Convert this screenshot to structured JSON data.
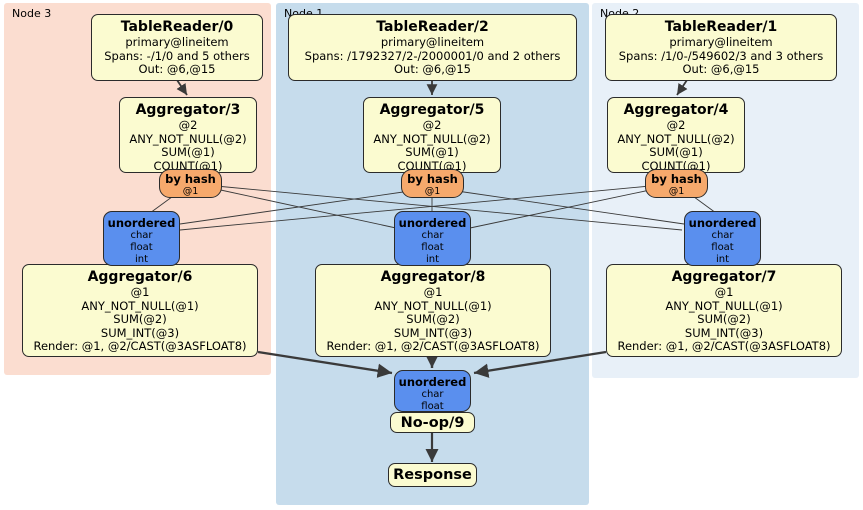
{
  "panels": [
    {
      "label": "Node 3",
      "color": "#fbddd0"
    },
    {
      "label": "Node 1",
      "color": "#c6dcec"
    },
    {
      "label": "Node 2",
      "color": "#e8f0f8"
    }
  ],
  "readers": {
    "node3": {
      "title": "TableReader/0",
      "table": "primary@lineitem",
      "spans": "Spans: -/1/0 and 5 others",
      "out": "Out: @6,@15"
    },
    "node1": {
      "title": "TableReader/2",
      "table": "primary@lineitem",
      "spans": "Spans: /1792327/2-/2000001/0 and 2 others",
      "out": "Out: @6,@15"
    },
    "node2": {
      "title": "TableReader/1",
      "table": "primary@lineitem",
      "spans": "Spans: /1/0-/549602/3 and 3 others",
      "out": "Out: @6,@15"
    }
  },
  "stage1_aggregators": {
    "node3": {
      "title": "Aggregator/3",
      "group": "@2",
      "agg1": "ANY_NOT_NULL(@2)",
      "agg2": "SUM(@1)",
      "agg3": "COUNT(@1)"
    },
    "node1": {
      "title": "Aggregator/5",
      "group": "@2",
      "agg1": "ANY_NOT_NULL(@2)",
      "agg2": "SUM(@1)",
      "agg3": "COUNT(@1)"
    },
    "node2": {
      "title": "Aggregator/4",
      "group": "@2",
      "agg1": "ANY_NOT_NULL(@2)",
      "agg2": "SUM(@1)",
      "agg3": "COUNT(@1)"
    }
  },
  "routers": {
    "node3": {
      "title": "by hash",
      "columns": "@1"
    },
    "node1": {
      "title": "by hash",
      "columns": "@1"
    },
    "node2": {
      "title": "by hash",
      "columns": "@1"
    }
  },
  "streams": {
    "node3": {
      "title": "unordered",
      "types": [
        "char",
        "float",
        "int"
      ]
    },
    "node1": {
      "title": "unordered",
      "types": [
        "char",
        "float",
        "int"
      ]
    },
    "node2": {
      "title": "unordered",
      "types": [
        "char",
        "float",
        "int"
      ]
    },
    "final": {
      "title": "unordered",
      "types": [
        "char",
        "float"
      ]
    }
  },
  "stage2_aggregators": {
    "node3": {
      "title": "Aggregator/6",
      "group": "@1",
      "agg1": "ANY_NOT_NULL(@1)",
      "agg2": "SUM(@2)",
      "agg3": "SUM_INT(@3)",
      "render": "Render: @1, @2/CAST(@3ASFLOAT8)"
    },
    "node1": {
      "title": "Aggregator/8",
      "group": "@1",
      "agg1": "ANY_NOT_NULL(@1)",
      "agg2": "SUM(@2)",
      "agg3": "SUM_INT(@3)",
      "render": "Render: @1, @2/CAST(@3ASFLOAT8)"
    },
    "node2": {
      "title": "Aggregator/7",
      "group": "@1",
      "agg1": "ANY_NOT_NULL(@1)",
      "agg2": "SUM(@2)",
      "agg3": "SUM_INT(@3)",
      "render": "Render: @1, @2/CAST(@3ASFLOAT8)"
    }
  },
  "noop": {
    "title": "No-op/9"
  },
  "response": {
    "title": "Response"
  },
  "colors": {
    "node3_panel": "#fbddd0",
    "node1_panel": "#c6dcec",
    "node2_panel": "#e8f0f8",
    "processor_box": "#fbfbd0",
    "router": "#f6a96c",
    "stream": "#5a8fee",
    "edge": "#3a3a3a"
  }
}
